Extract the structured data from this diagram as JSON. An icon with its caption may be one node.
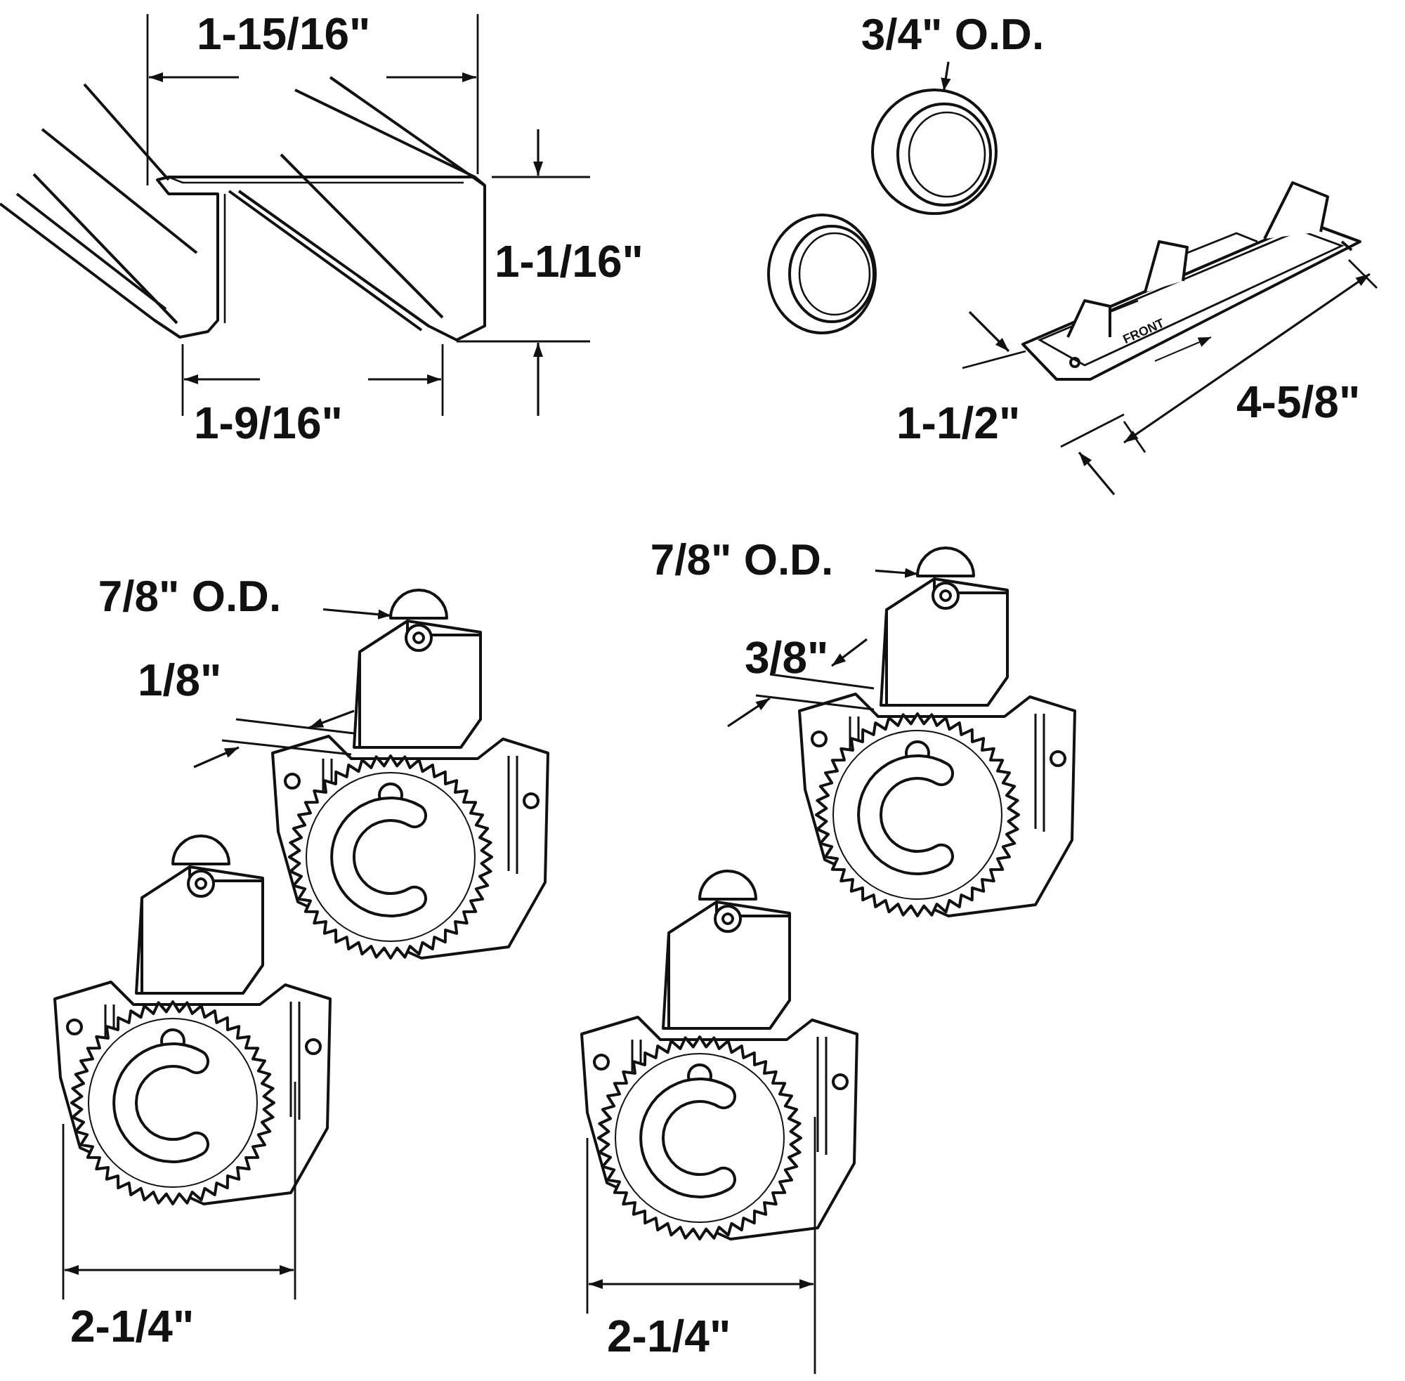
{
  "diagram": {
    "nodes": [
      {
        "text": [
          "3/4\" O.D."
        ]
      },
      {
        "text": [],
        "shape": "circle"
      },
      {
        "text": [
          "7/8\" O.D."
        ]
      },
      {
        "text": [],
        "shape": "circle"
      },
      {
        "text": [
          "7/8\" O.D."
        ]
      },
      {
        "text": [],
        "shape": "circle"
      }
    ],
    "edges": [
      {
        "from": 0,
        "to": 1,
        "arrow": "to"
      },
      {
        "from": 2,
        "to": 3,
        "arrow": "to"
      },
      {
        "from": 4,
        "to": 5,
        "arrow": "to"
      }
    ],
    "labels": [
      "1-15/16\"",
      "1-1/16\"",
      "1-9/16\"",
      "1-1/2\"",
      "4-5/8\"",
      "FRONT",
      "1/8\"",
      "3/8\"",
      "2-1/4\"",
      "2-1/4\""
    ]
  }
}
